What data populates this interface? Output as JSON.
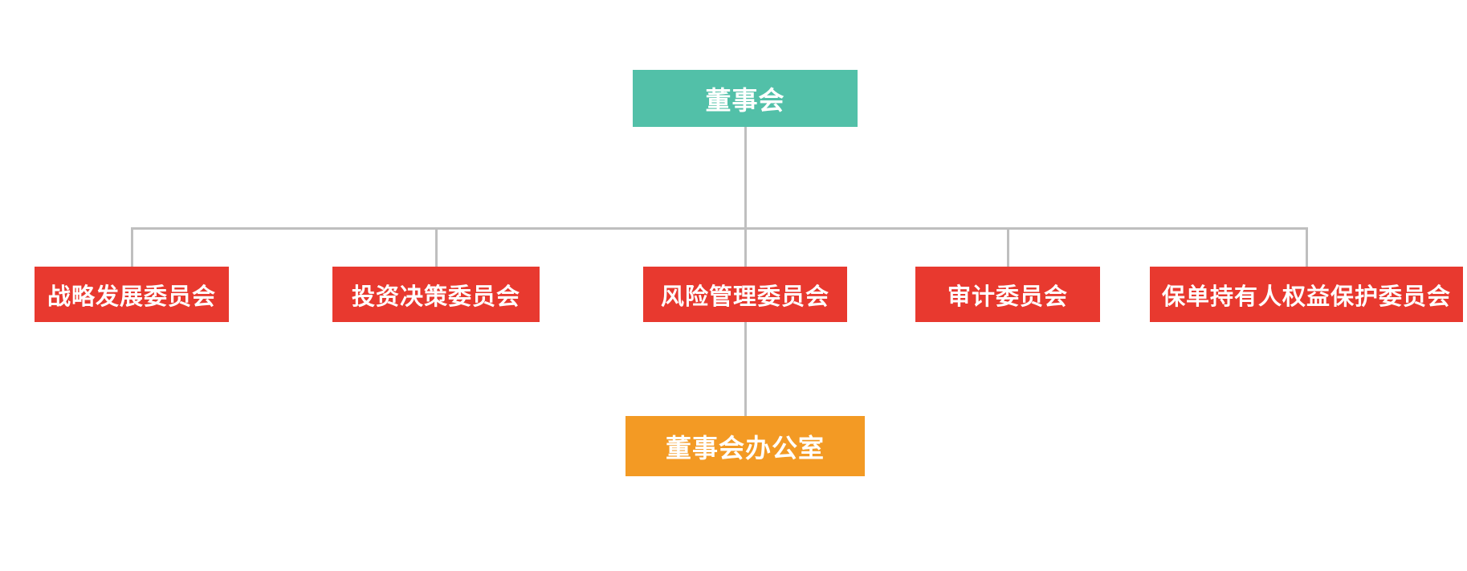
{
  "diagram": {
    "type": "org-chart",
    "background": "#FFFFFF",
    "line_color": "#BFBFBF",
    "text_color": "#FFFFFF",
    "root": {
      "label": "董事会",
      "color": "#52C0A8"
    },
    "committees": [
      {
        "label": "战略发展委员会",
        "color": "#E8392F"
      },
      {
        "label": "投资决策委员会",
        "color": "#E8392F"
      },
      {
        "label": "风险管理委员会",
        "color": "#E8392F"
      },
      {
        "label": "审计委员会",
        "color": "#E8392F"
      },
      {
        "label": "保单持有人权益保护委员会",
        "color": "#E8392F"
      }
    ],
    "office": {
      "label": "董事会办公室",
      "color": "#F39A24"
    }
  }
}
